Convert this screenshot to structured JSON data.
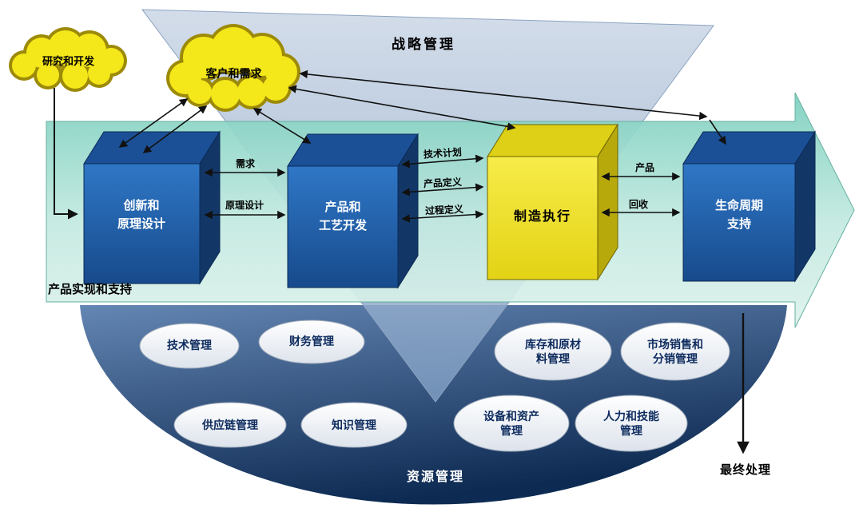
{
  "strategy": {
    "label": "战略管理"
  },
  "clouds": {
    "rnd": {
      "label": "研究和开发"
    },
    "customer": {
      "label": "客户和需求"
    }
  },
  "band": {
    "label": "产品实现和支持"
  },
  "boxes": [
    {
      "label": "创新和\n原理设计"
    },
    {
      "label": "产品和\n工艺开发"
    },
    {
      "label": "制造执行"
    },
    {
      "label": "生命周期\n支持"
    }
  ],
  "flows": [
    {
      "label": "需求"
    },
    {
      "label": "原理设计"
    },
    {
      "label": "技术计划"
    },
    {
      "label": "产品定义"
    },
    {
      "label": "过程定义"
    },
    {
      "label": "产品"
    },
    {
      "label": "回收"
    }
  ],
  "resources": {
    "label": "资源管理",
    "items": [
      {
        "label": "技术管理"
      },
      {
        "label": "财务管理"
      },
      {
        "label": "库存和原材\n料管理"
      },
      {
        "label": "市场销售和\n分销管理"
      },
      {
        "label": "供应链管理"
      },
      {
        "label": "知识管理"
      },
      {
        "label": "设备和资产\n管理"
      },
      {
        "label": "人力和技能\n管理"
      }
    ]
  },
  "final": {
    "label": "最终处理"
  },
  "colors": {
    "cloud_yellow": "#f4e71a",
    "cloud_outline": "#9c8a08",
    "box_blue": "#1f5aa0",
    "box_yellow": "#f1e32c",
    "band_teal": "#7bcfbe",
    "triangle_blue": "#93abc9",
    "dome_navy": "#0d2a52",
    "ellipse_white": "#ffffff",
    "text_navy": "#0d2b5e"
  }
}
